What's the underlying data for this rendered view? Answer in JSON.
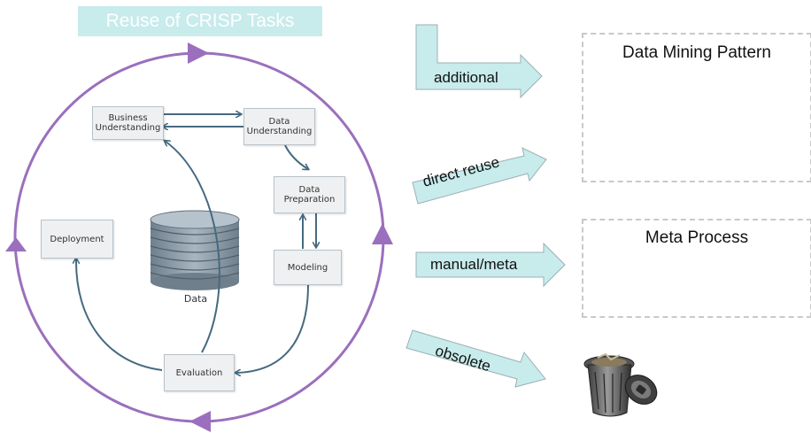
{
  "title": "Reuse of CRISP Tasks",
  "crisp": {
    "business_understanding": "Business Understanding",
    "data_understanding": "Data Understanding",
    "data_preparation": "Data Preparation",
    "modeling": "Modeling",
    "evaluation": "Evaluation",
    "deployment": "Deployment",
    "data": "Data"
  },
  "arrows": {
    "additional": "additional",
    "direct_reuse": "direct reuse",
    "manual_meta": "manual/meta",
    "obsolete": "obsolete"
  },
  "panels": {
    "pattern_title": "Data Mining Pattern",
    "meta_title": "Meta Process"
  },
  "colors": {
    "cycle": "#9b6fbd",
    "banner": "#c8ebec",
    "arrow_fill": "#c8ebec",
    "arrow_stroke": "#9bb0b4",
    "flow_line": "#456a80",
    "chip_fill": "#c6e7ee"
  },
  "icons": {
    "trash": "trash-can-icon",
    "database": "database-icon"
  }
}
